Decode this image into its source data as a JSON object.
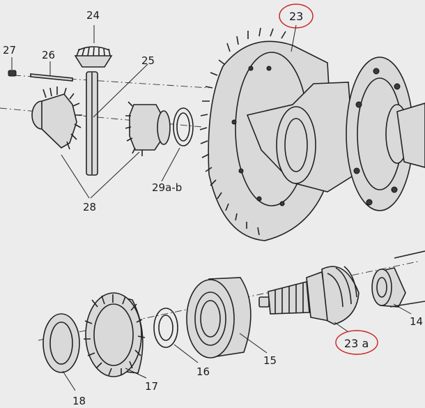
{
  "labels": {
    "l24": "24",
    "l27": "27",
    "l26": "26",
    "l25": "25",
    "l23": "23",
    "l28": "28",
    "l29": "29a-b",
    "l23a": "23 a",
    "l14": "14",
    "l15": "15",
    "l16": "16",
    "l17": "17",
    "l18": "18"
  },
  "highlight_color": "#cc2222"
}
